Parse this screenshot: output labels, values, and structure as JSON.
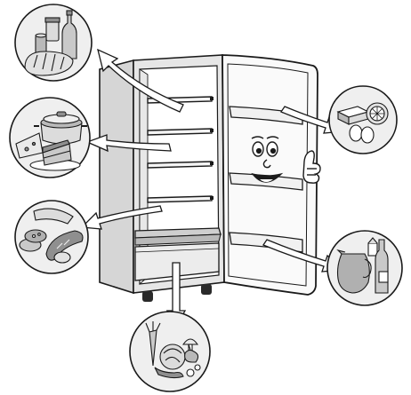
{
  "diagram": {
    "subject": "fridge-storage-guide",
    "zones": [
      {
        "id": "top-shelf",
        "icon": "bottles-and-bread-icon",
        "contents": [
          "bottle",
          "jar",
          "can",
          "bread-loaf"
        ]
      },
      {
        "id": "middle-shelves",
        "icon": "pot-cheese-cake-icon",
        "contents": [
          "pot",
          "cheese-wedge",
          "cake-slice"
        ]
      },
      {
        "id": "bottom-shelf",
        "icon": "sausage-meat-icon",
        "contents": [
          "sausage",
          "meat-slices",
          "fish"
        ]
      },
      {
        "id": "crisper-drawer",
        "icon": "vegetables-icon",
        "contents": [
          "carrot",
          "cabbage",
          "mushroom",
          "onion"
        ]
      },
      {
        "id": "door-top-balcony",
        "icon": "butter-eggs-icon",
        "contents": [
          "butter",
          "eggs",
          "lemon-slice"
        ]
      },
      {
        "id": "door-bottom-balcony",
        "icon": "jug-and-bottles-icon",
        "contents": [
          "jug",
          "bottle",
          "carton"
        ]
      }
    ],
    "colors": {
      "line": "#1a1a1a",
      "circle_fill": "#efefef",
      "food_fill": "#c9c9c9",
      "food_dark": "#8f8f8f",
      "cabinet_fill": "#d6d6d6",
      "interior": "#ffffff",
      "door_fill": "#fafafa"
    }
  }
}
